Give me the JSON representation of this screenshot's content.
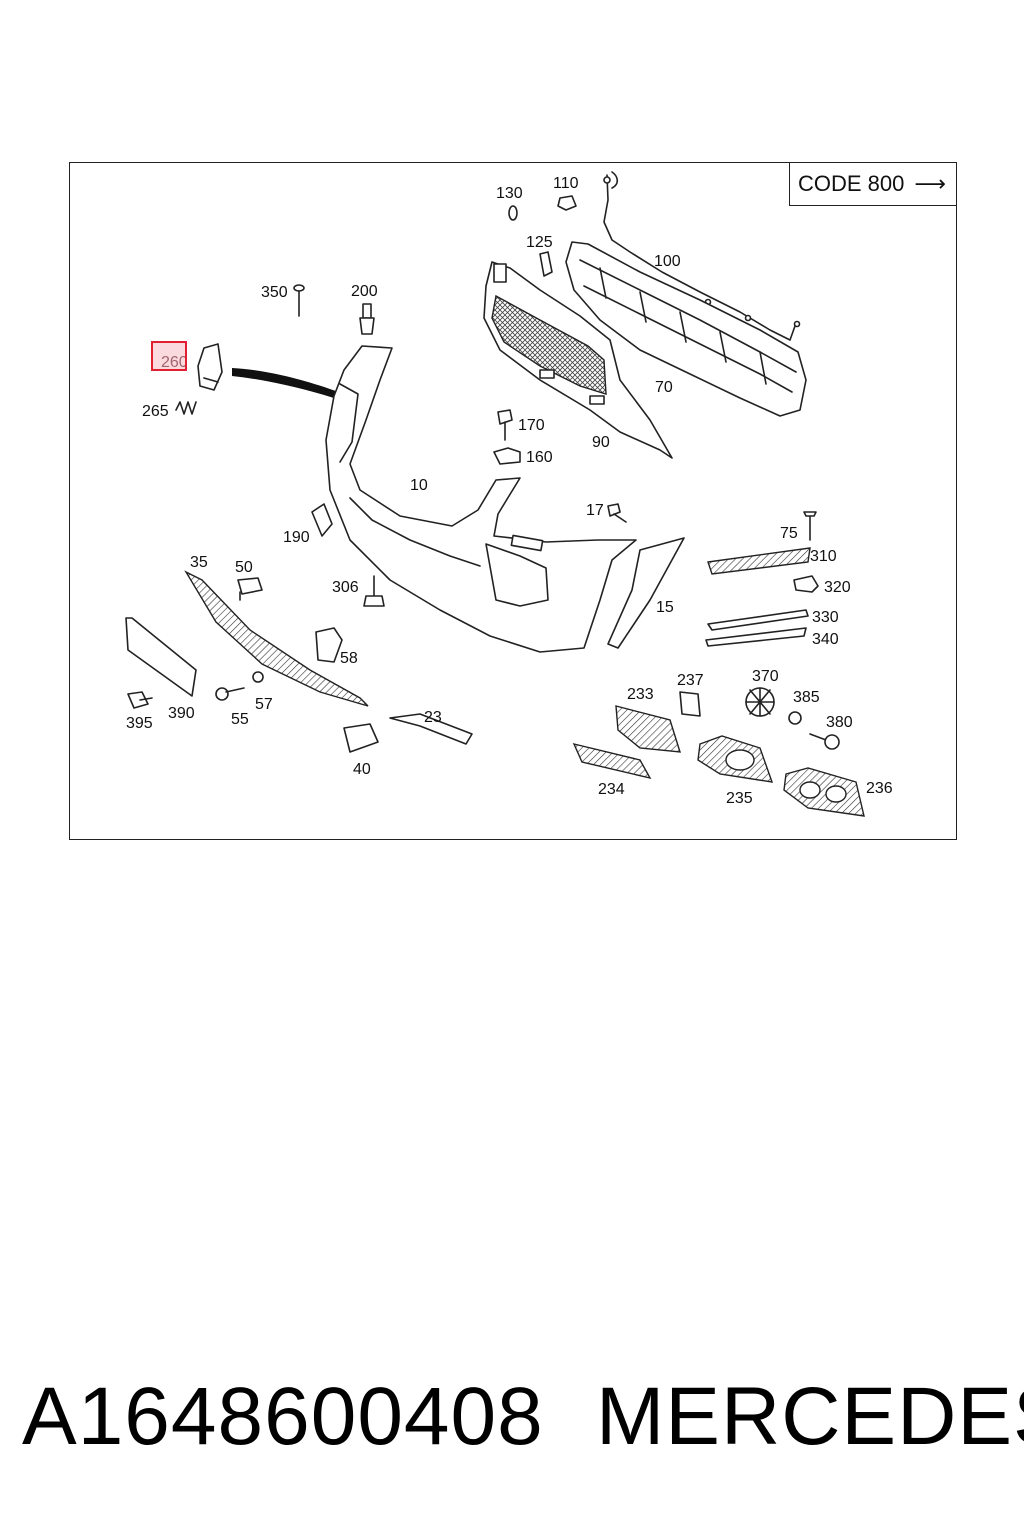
{
  "header": {
    "code_label": "CODE 800",
    "code_arrow": "⟶"
  },
  "callouts": {
    "c130": "130",
    "c110": "110",
    "c125": "125",
    "c100": "100",
    "c350": "350",
    "c200": "200",
    "c260": "260",
    "c265": "265",
    "c170": "170",
    "c160": "160",
    "c90": "90",
    "c70": "70",
    "c10": "10",
    "c17": "17",
    "c190": "190",
    "c75": "75",
    "c310": "310",
    "c320": "320",
    "c330": "330",
    "c340": "340",
    "c35": "35",
    "c50": "50",
    "c306": "306",
    "c15": "15",
    "c58": "58",
    "c395": "395",
    "c390": "390",
    "c55": "55",
    "c57": "57",
    "c23": "23",
    "c40": "40",
    "c233": "233",
    "c237": "237",
    "c370": "370",
    "c385": "385",
    "c380": "380",
    "c234": "234",
    "c235": "235",
    "c236": "236"
  },
  "highlighted_part": "260",
  "footer": {
    "part_number": "A1648600408",
    "brand": "MERCEDES"
  }
}
